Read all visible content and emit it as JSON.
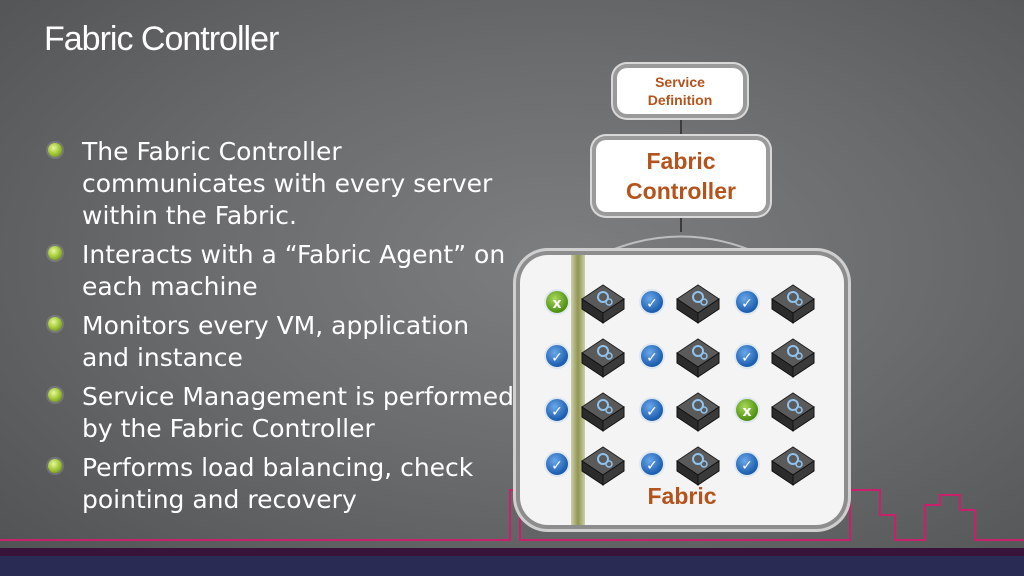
{
  "title": "Fabric Controller",
  "bullets": [
    "The Fabric Controller communicates with every server within the Fabric.",
    "Interacts with a “Fabric Agent” on each machine",
    "Monitors every VM, application and instance",
    "Service Management is performed by the Fabric Controller",
    "Performs load balancing, check pointing and recovery"
  ],
  "diagram": {
    "service_definition": [
      "Service",
      "Definition"
    ],
    "fabric_controller": [
      "Fabric",
      "Controller"
    ],
    "fabric_label": "Fabric",
    "nodes": [
      [
        "x",
        "✓",
        "✓"
      ],
      [
        "✓",
        "✓",
        "✓"
      ],
      [
        "✓",
        "✓",
        "x"
      ],
      [
        "✓",
        "✓",
        "✓"
      ]
    ],
    "colors": {
      "accent": "#b4531b",
      "ok": "#1b5cae",
      "fail": "#4e8f12"
    },
    "icons": {
      "server": "server-icon",
      "status": "status-icon"
    }
  }
}
